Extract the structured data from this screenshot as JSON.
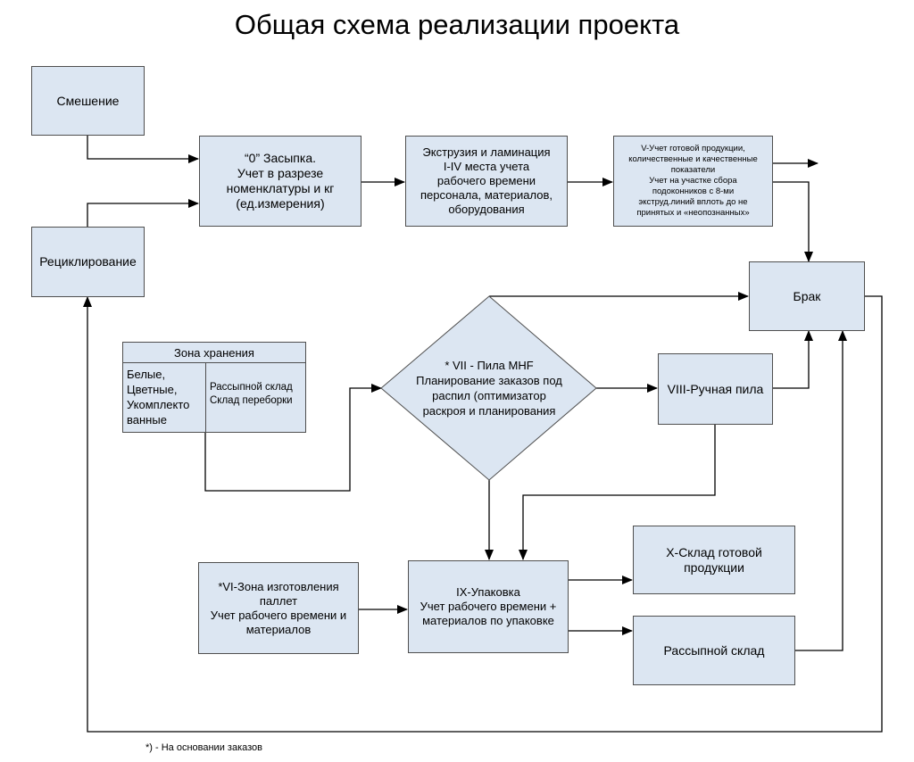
{
  "title": "Общая схема реализации проекта",
  "boxes": {
    "mixing": "Смешение",
    "recycling": "Рециклирование",
    "filling": "“0” Засыпка.\nУчет в разрезе\nноменклатуры и кг\n(ед.измерения)",
    "extrusion": "Экструзия и ламинация\nI-IV места учета\nрабочего времени\nперсонала, материалов,\nоборудования",
    "accounting": "V-Учет готовой продукции,\nколичественные и качественные\nпоказатели\nУчет на участке сбора\nподоконников с 8-ми\nэкструд.линий вплоть до не\nпринятых и «неопознанных»",
    "defect": "Брак",
    "manual_saw": "VIII-Ручная пила",
    "pallets": "*VI-Зона изготовления\nпаллет\nУчет рабочего времени и\nматериалов",
    "packing": "IX-Упаковка\nУчет рабочего времени +\nматериалов по упаковке",
    "finished_warehouse": "X-Склад готовой\nпродукции",
    "bulk_warehouse": "Рассыпной склад"
  },
  "diamond": "* VII - Пила МНF\nПланирование заказов под\nраспил (оптимизатор\nраскроя и планирования",
  "storage_zone": {
    "title": "Зона хранения",
    "left": "Белые,\nЦветные,\nУкомплекто\nванные",
    "right": "Рассыпной склад\nСклад переборки"
  },
  "footnote": "*) - На основании заказов"
}
